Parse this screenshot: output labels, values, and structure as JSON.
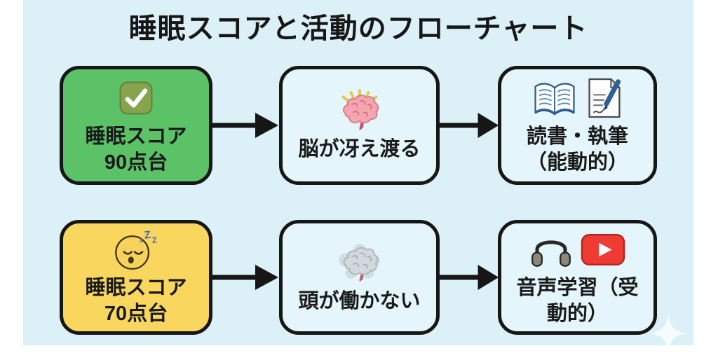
{
  "title": "睡眠スコアと活動のフローチャート",
  "colors": {
    "page-bg": "#ffffff",
    "card-bg": "#dcf0f8",
    "node-default": "#e4f5fb",
    "node-positive": "#5bc268",
    "node-negative": "#f9d65e",
    "ink": "#161616",
    "youtube-red": "#ee3b34"
  },
  "flow": {
    "rows": [
      {
        "nodes": [
          {
            "lines": [
              "睡眠スコア",
              "90点台"
            ],
            "icons": [
              "check-mark"
            ]
          },
          {
            "lines": [
              "脳が冴え渡る"
            ],
            "icons": [
              "sparkling-brain"
            ]
          },
          {
            "lines": [
              "読書・執筆",
              "（能動的）"
            ],
            "icons": [
              "open-book",
              "memo-pen"
            ]
          }
        ]
      },
      {
        "nodes": [
          {
            "lines": [
              "睡眠スコア",
              "70点台"
            ],
            "icons": [
              "sleeping-face"
            ]
          },
          {
            "lines": [
              "頭が働かない"
            ],
            "icons": [
              "foggy-brain"
            ]
          },
          {
            "lines": [
              "音声学習（受",
              "動的）"
            ],
            "icons": [
              "headphones",
              "youtube-play"
            ]
          }
        ]
      }
    ]
  }
}
